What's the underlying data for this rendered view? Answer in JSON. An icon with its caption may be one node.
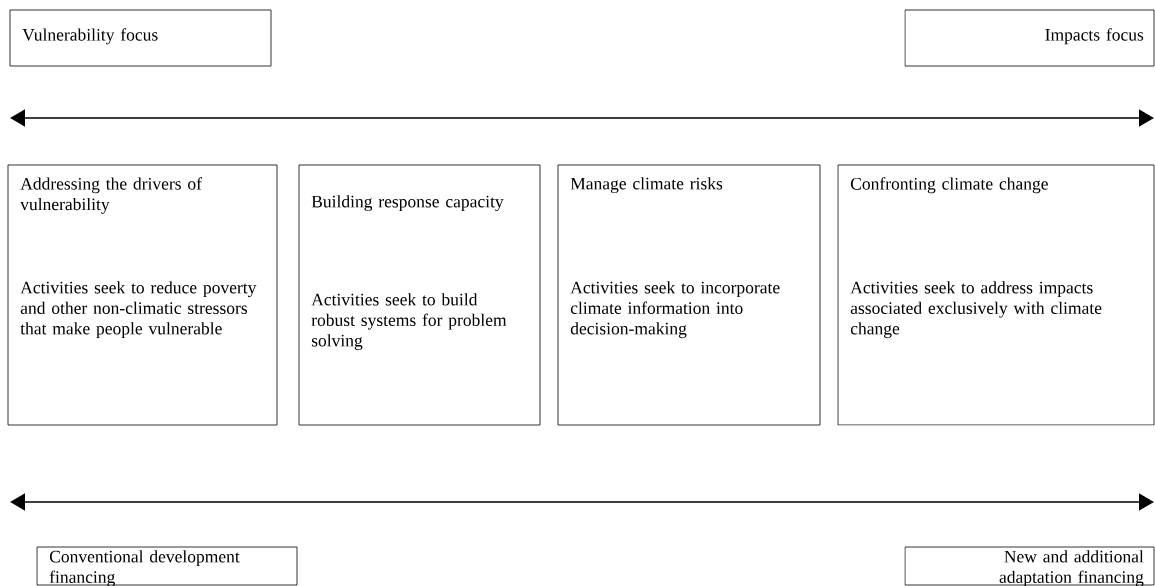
{
  "diagram": {
    "nodes": [
      {
        "text": [
          "Vulnerability focus"
        ]
      },
      {
        "text": [
          "Impacts focus"
        ]
      },
      {
        "text": [
          "Addressing the drivers of vulnerability",
          "Activities seek to reduce poverty and other non-climatic stressors that make people vulnerable"
        ]
      },
      {
        "text": [
          "Building response capacity",
          "Activities seek to build robust systems for problem solving"
        ]
      },
      {
        "text": [
          "Manage climate risks",
          "Activities seek to incorporate climate information into decision-making"
        ]
      },
      {
        "text": [
          "Confronting climate change",
          "Activities seek to address impacts associated exclusively with climate change"
        ]
      },
      {
        "text": [
          "Conventional development financing"
        ]
      },
      {
        "text": [
          "New and additional adaptation financing"
        ]
      }
    ]
  }
}
